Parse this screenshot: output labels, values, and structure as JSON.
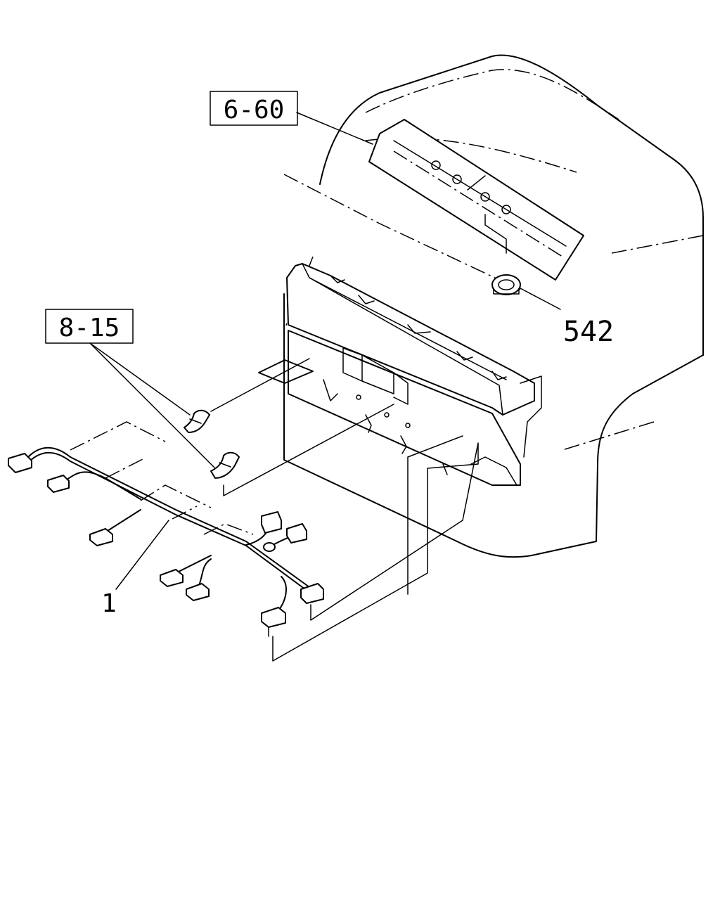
{
  "callouts": {
    "ref_roof_panel": "6-60",
    "ref_clips": "8-15",
    "part_grommet": "542",
    "part_harness": "1"
  }
}
